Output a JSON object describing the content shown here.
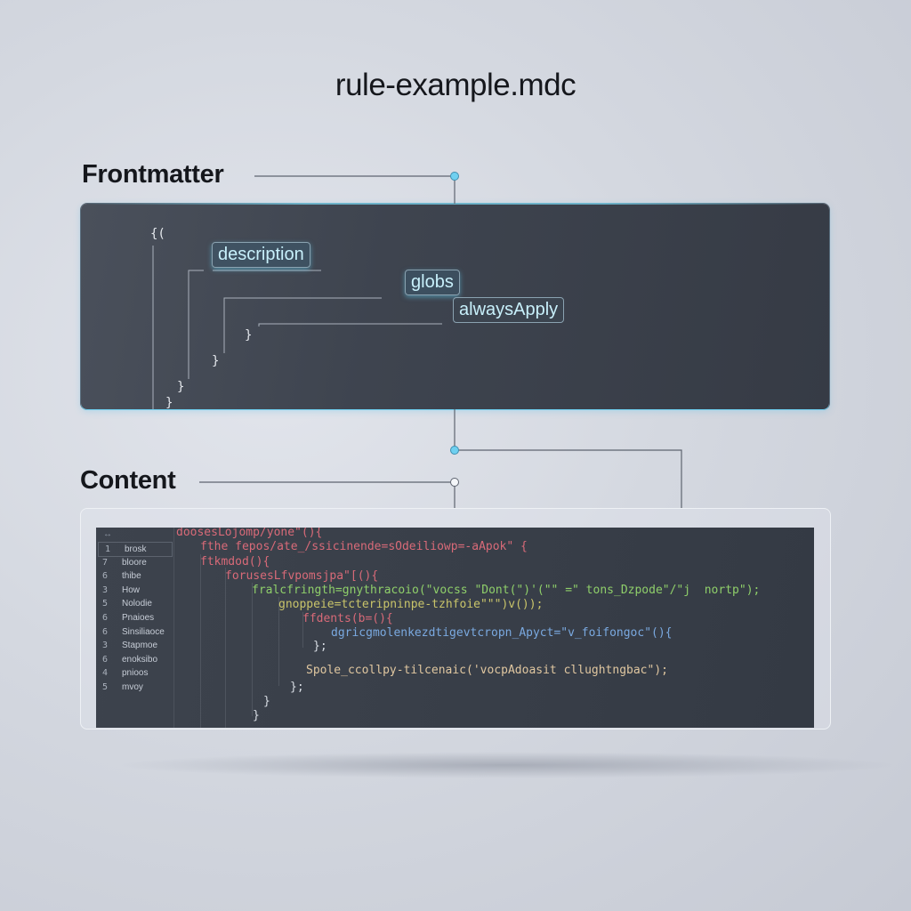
{
  "title": "rule-example.mdc",
  "sections": {
    "frontmatter_label": "Frontmatter",
    "content_label": "Content"
  },
  "frontmatter": {
    "open_brace": "{(",
    "close_braces": [
      "}",
      "}",
      "}",
      "}"
    ],
    "keys": [
      "description",
      "globs",
      "alwaysApply"
    ]
  },
  "content": {
    "gutter_header": "↔",
    "gutter": [
      {
        "num": "1",
        "label": "brosk"
      },
      {
        "num": "7",
        "label": "bloore"
      },
      {
        "num": "6",
        "label": "thibe"
      },
      {
        "num": "3",
        "label": "How"
      },
      {
        "num": "5",
        "label": "Nolodie"
      },
      {
        "num": "6",
        "label": "Pnaioes"
      },
      {
        "num": "6",
        "label": "Sinsiliaoce"
      },
      {
        "num": "3",
        "label": "Stapmoe"
      },
      {
        "num": "6",
        "label": "enoksibo"
      },
      {
        "num": "4",
        "label": "pnioos"
      },
      {
        "num": "5",
        "label": "mvoy"
      }
    ],
    "code_lines": [
      {
        "text": "doosesLojomp/yone\"(){",
        "color": "#d86a78"
      },
      {
        "text": "fthe fepos/ate_/ssicinende=sOdeiliowp=-aApok\" {",
        "color": "#d86a78"
      },
      {
        "text": "ftkmdod(){",
        "color": "#d86a78"
      },
      {
        "text": "forusesLfvpomsjpa\"[(){",
        "color": "#d86a78"
      },
      {
        "text": "fralcfringth=gnythracoio(\"vocss \"Dont(\")'(\"\" =\" tons_Dzpode\"/\"j  nortp\");",
        "color": "#8fcf6a"
      },
      {
        "text": "gnoppeie=tcteripninpe-tzhfoie\"\"\")v());",
        "color": "#c9c46a"
      },
      {
        "text": "ffdents(b=(){",
        "color": "#d86a78"
      },
      {
        "text": "dgricgmolenkezdtigevtcropn_Apyct=\"v_foifongoc\"(){",
        "color": "#7aa9e0"
      },
      {
        "text": "};",
        "color": "#d8dde4"
      },
      {
        "text": "Spole_ccollpy-tilcenaic('vocpAdoasit cllughtngbac\");",
        "color": "#e0c7a0"
      },
      {
        "text": "};",
        "color": "#d8dde4"
      },
      {
        "text": "}",
        "color": "#d8dde4"
      },
      {
        "text": "}",
        "color": "#d8dde4"
      }
    ]
  },
  "colors": {
    "accent": "#6fd0f0",
    "panel_dark": "#3e444f",
    "key_text": "#c8f0fb"
  }
}
